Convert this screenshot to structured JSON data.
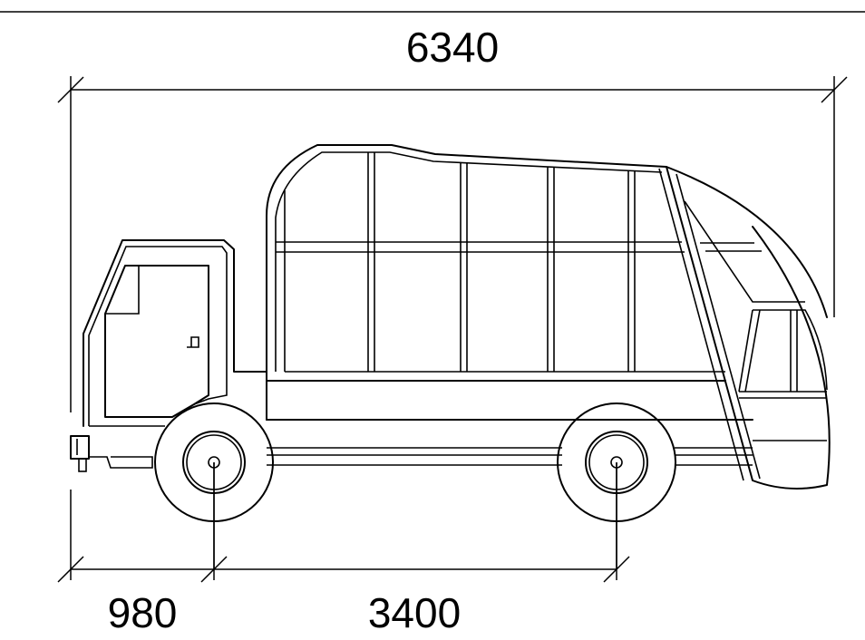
{
  "dimensions": {
    "overall_length": "6340",
    "front_overhang": "980",
    "wheelbase": "3400"
  }
}
